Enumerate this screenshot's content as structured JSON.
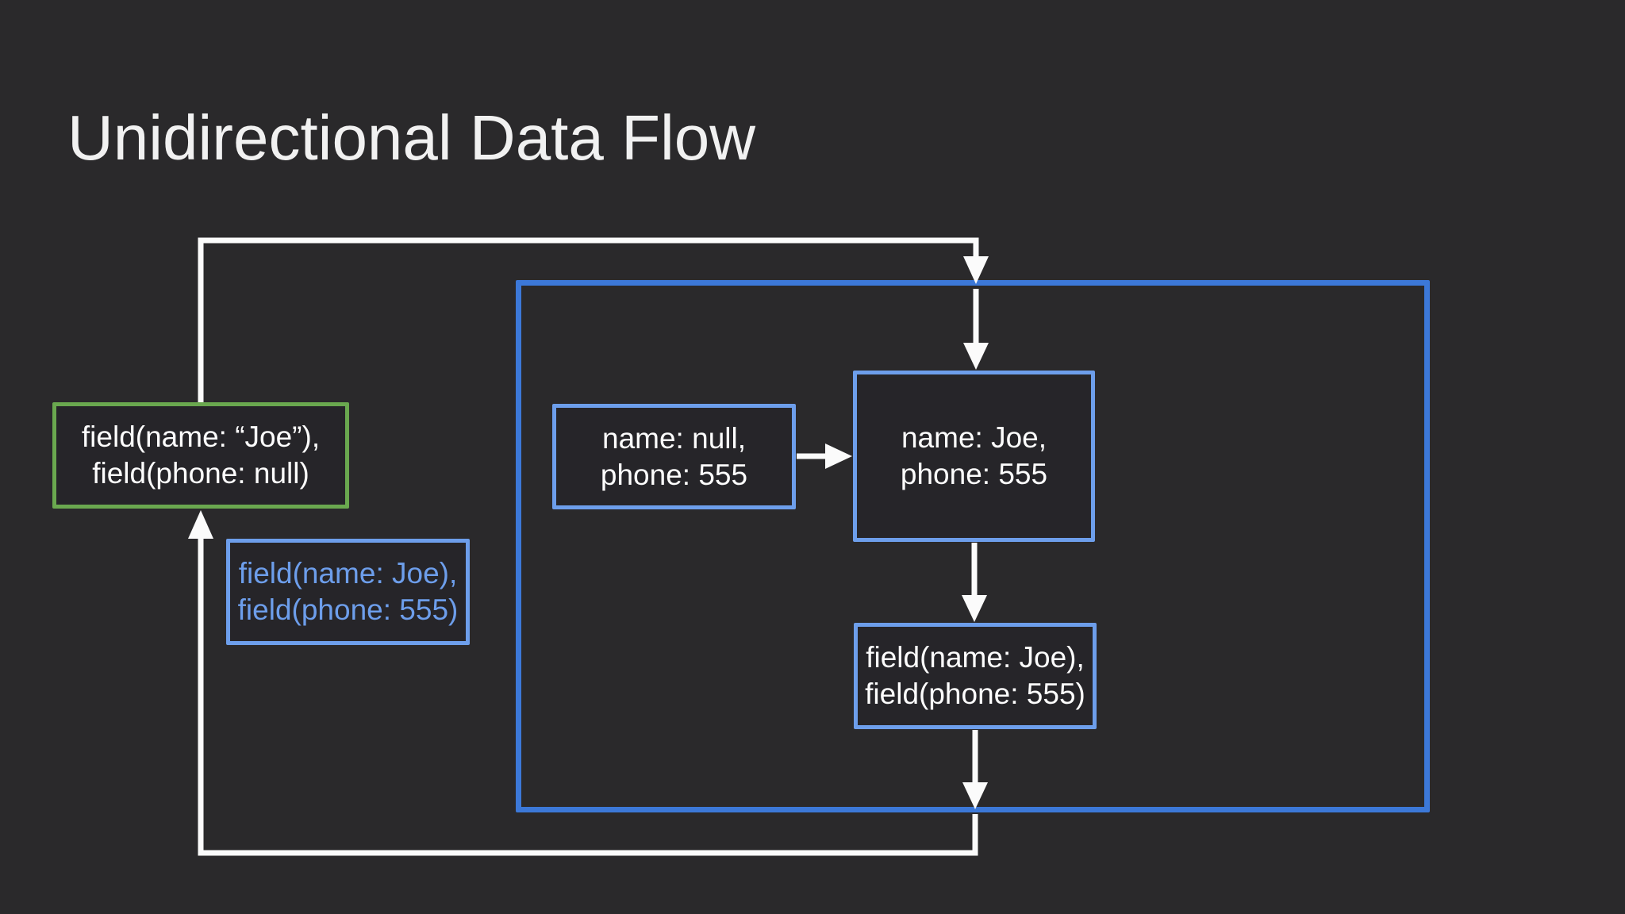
{
  "slide": {
    "title": "Unidirectional Data Flow"
  },
  "colors": {
    "background": "#2A292B",
    "component_boundary_blue": "#3C78D8",
    "light_blue": "#6D9EEB",
    "green": "#6AA84F",
    "arrow_white": "#FBFBFB"
  },
  "boxes": {
    "initial_fields": {
      "lines": [
        "field(name: “Joe”),",
        "field(phone: null)"
      ]
    },
    "updated_fields_label": {
      "lines": [
        "field(name: Joe),",
        "field(phone: 555)"
      ]
    },
    "state_before": {
      "lines": [
        "name: null,",
        "phone: 555"
      ]
    },
    "state_after": {
      "lines": [
        "name: Joe,",
        "phone: 555"
      ]
    },
    "rendered_fields": {
      "lines": [
        "field(name: Joe),",
        "field(phone: 555)"
      ]
    }
  }
}
